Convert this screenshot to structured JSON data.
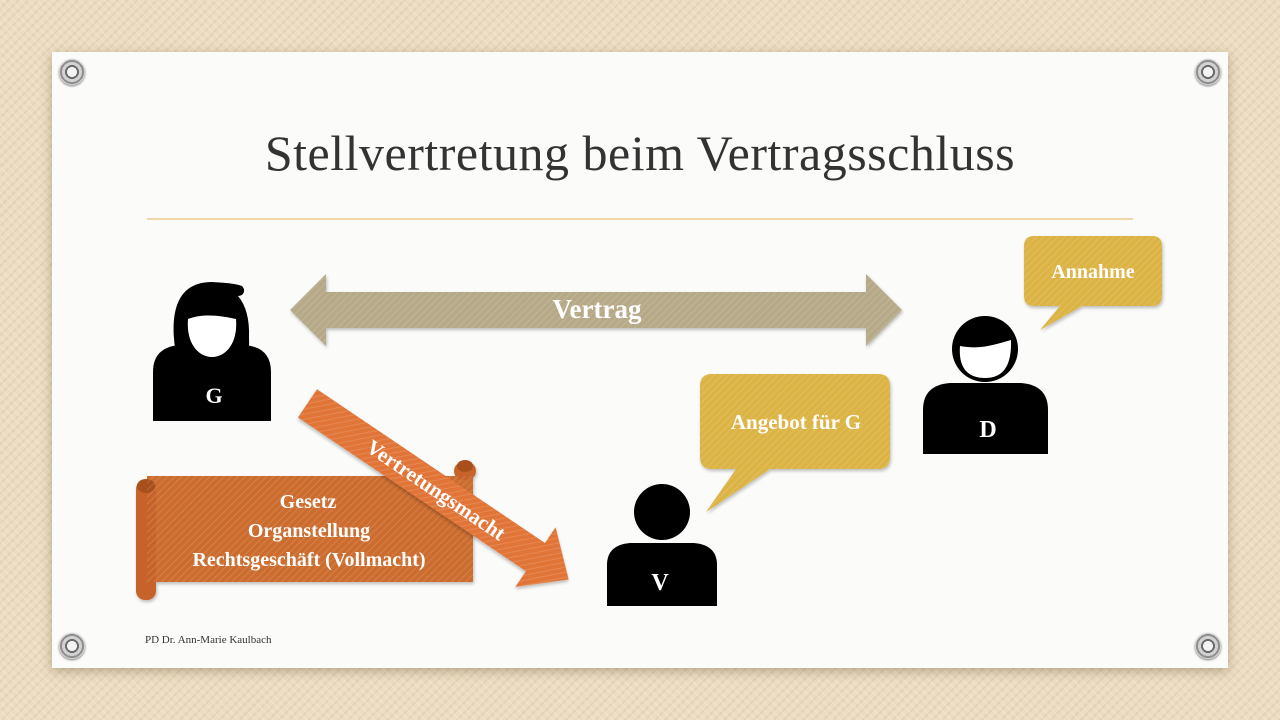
{
  "slide": {
    "title": "Stellvertretung beim Vertragsschluss",
    "footer": "PD Dr. Ann-Marie Kaulbach"
  },
  "persons": {
    "g": {
      "label": "G",
      "icon": "person-female-icon"
    },
    "d": {
      "label": "D",
      "icon": "person-male-icon"
    },
    "v": {
      "label": "V",
      "icon": "person-icon"
    }
  },
  "arrows": {
    "contract": {
      "label": "Vertrag",
      "color": "#b6a988"
    },
    "authority": {
      "label": "Vertretungsmacht",
      "color": "#e17438"
    }
  },
  "speech_bubbles": {
    "offer": "Angebot für G",
    "acceptance": "Annahme",
    "color": "#dcb444"
  },
  "scroll": {
    "lines": [
      "Gesetz",
      "Organstellung",
      "Rechtsgeschäft (Vollmacht)"
    ],
    "color": "#cc6c2e"
  }
}
